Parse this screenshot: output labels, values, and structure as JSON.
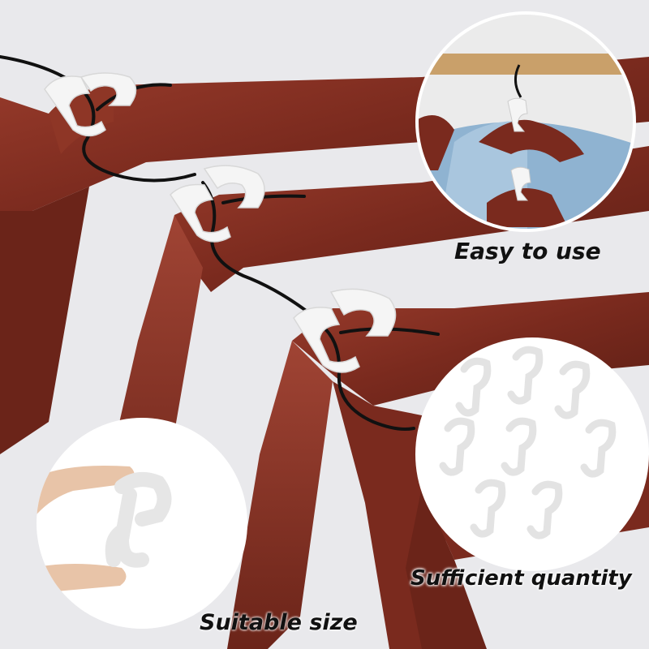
{
  "scene": {
    "description_icons": [
      "hanger-icon",
      "hook-icon",
      "clothes-rod-icon",
      "finger-icon"
    ],
    "colors": {
      "background": "#e9e9ec",
      "hanger_wood": "#7a2a1e",
      "hanger_wood_light": "#9a3c2c",
      "hook_white": "#f5f5f5",
      "wire_black": "#111111",
      "rod_wood": "#c9a06a",
      "shirt_denim": "#8fb3d1"
    }
  },
  "captions": {
    "easy_to_use": "Easy to use",
    "sufficient_quantity": "Sufficient quantity",
    "suitable_size": "Suitable size"
  }
}
